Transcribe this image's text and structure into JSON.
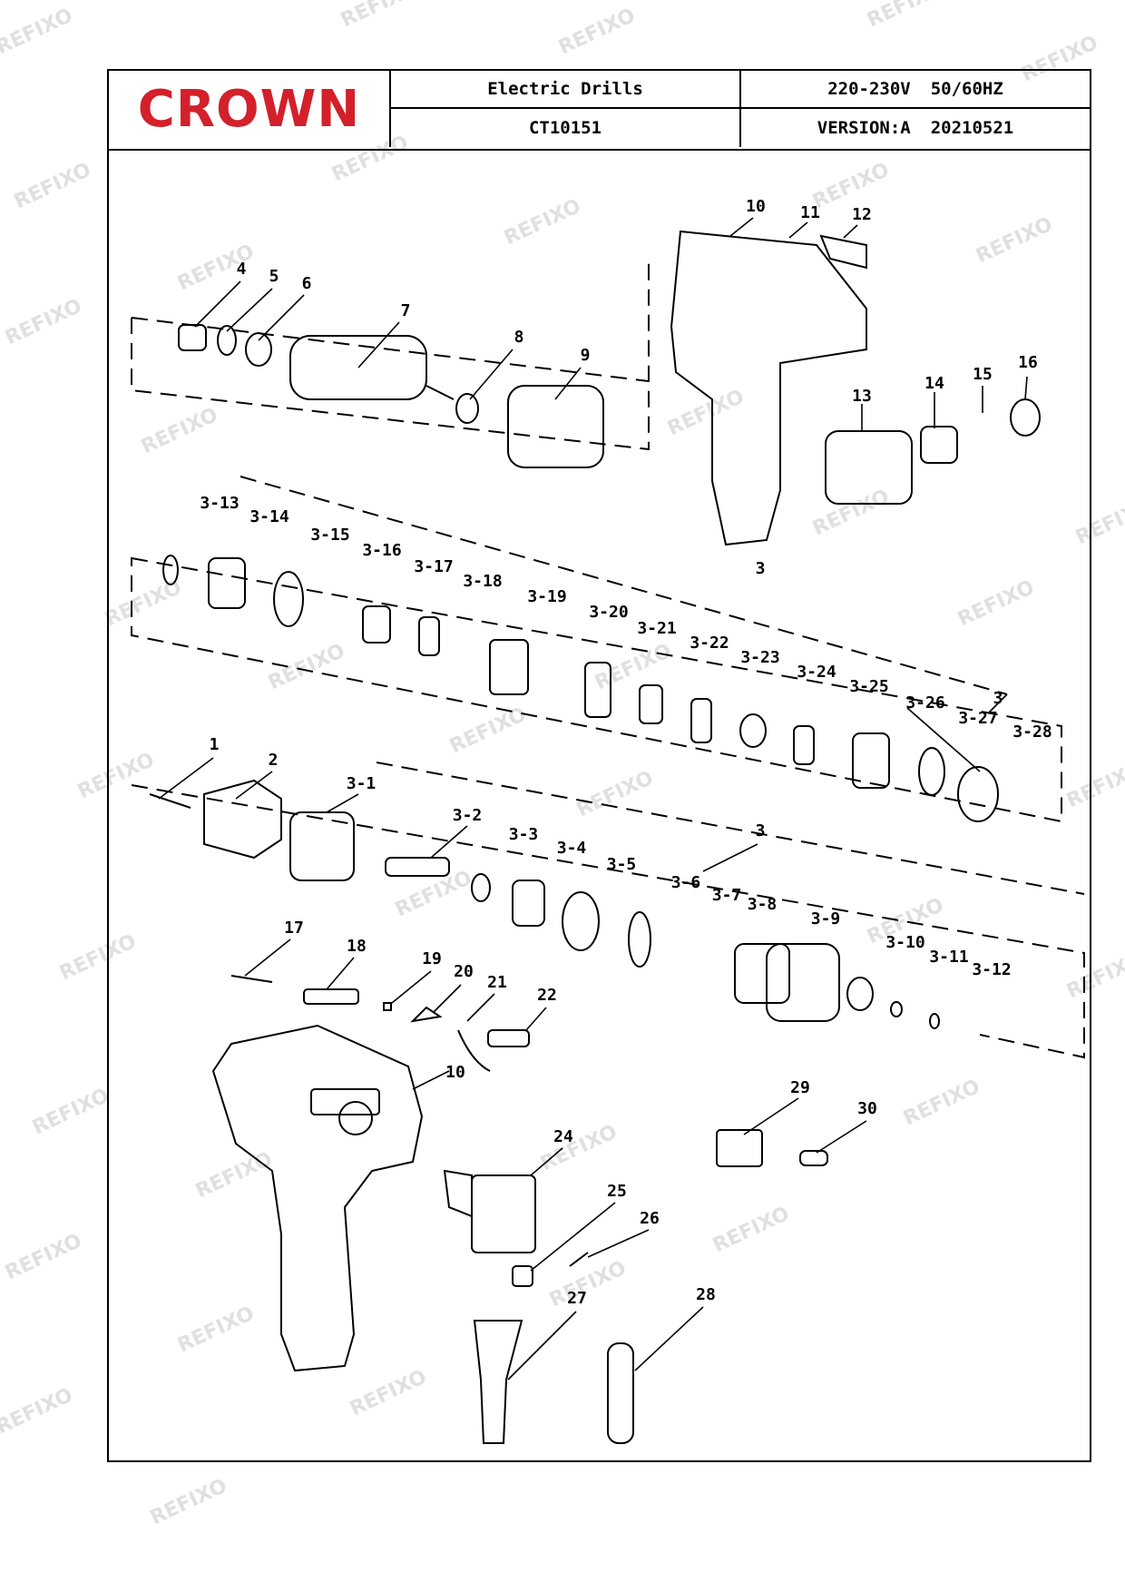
{
  "header": {
    "brand": "CROWN",
    "title": "Electric Drills",
    "model": "CT10151",
    "voltage": "220-230V",
    "frequency": "50/60HZ",
    "version": "VERSION:A",
    "date": "20210521"
  },
  "watermark": "REFIXO",
  "part_labels": [
    "1",
    "2",
    "3",
    "3",
    "3",
    "4",
    "5",
    "6",
    "7",
    "8",
    "9",
    "10",
    "10",
    "11",
    "12",
    "13",
    "14",
    "15",
    "16",
    "17",
    "18",
    "19",
    "20",
    "21",
    "22",
    "24",
    "25",
    "26",
    "27",
    "28",
    "29",
    "30",
    "3-1",
    "3-2",
    "3-3",
    "3-4",
    "3-5",
    "3-6",
    "3-7",
    "3-8",
    "3-9",
    "3-10",
    "3-11",
    "3-12",
    "3-13",
    "3-14",
    "3-15",
    "3-16",
    "3-17",
    "3-18",
    "3-19",
    "3-20",
    "3-21",
    "3-22",
    "3-23",
    "3-24",
    "3-25",
    "3-26",
    "3-27",
    "3-28"
  ]
}
